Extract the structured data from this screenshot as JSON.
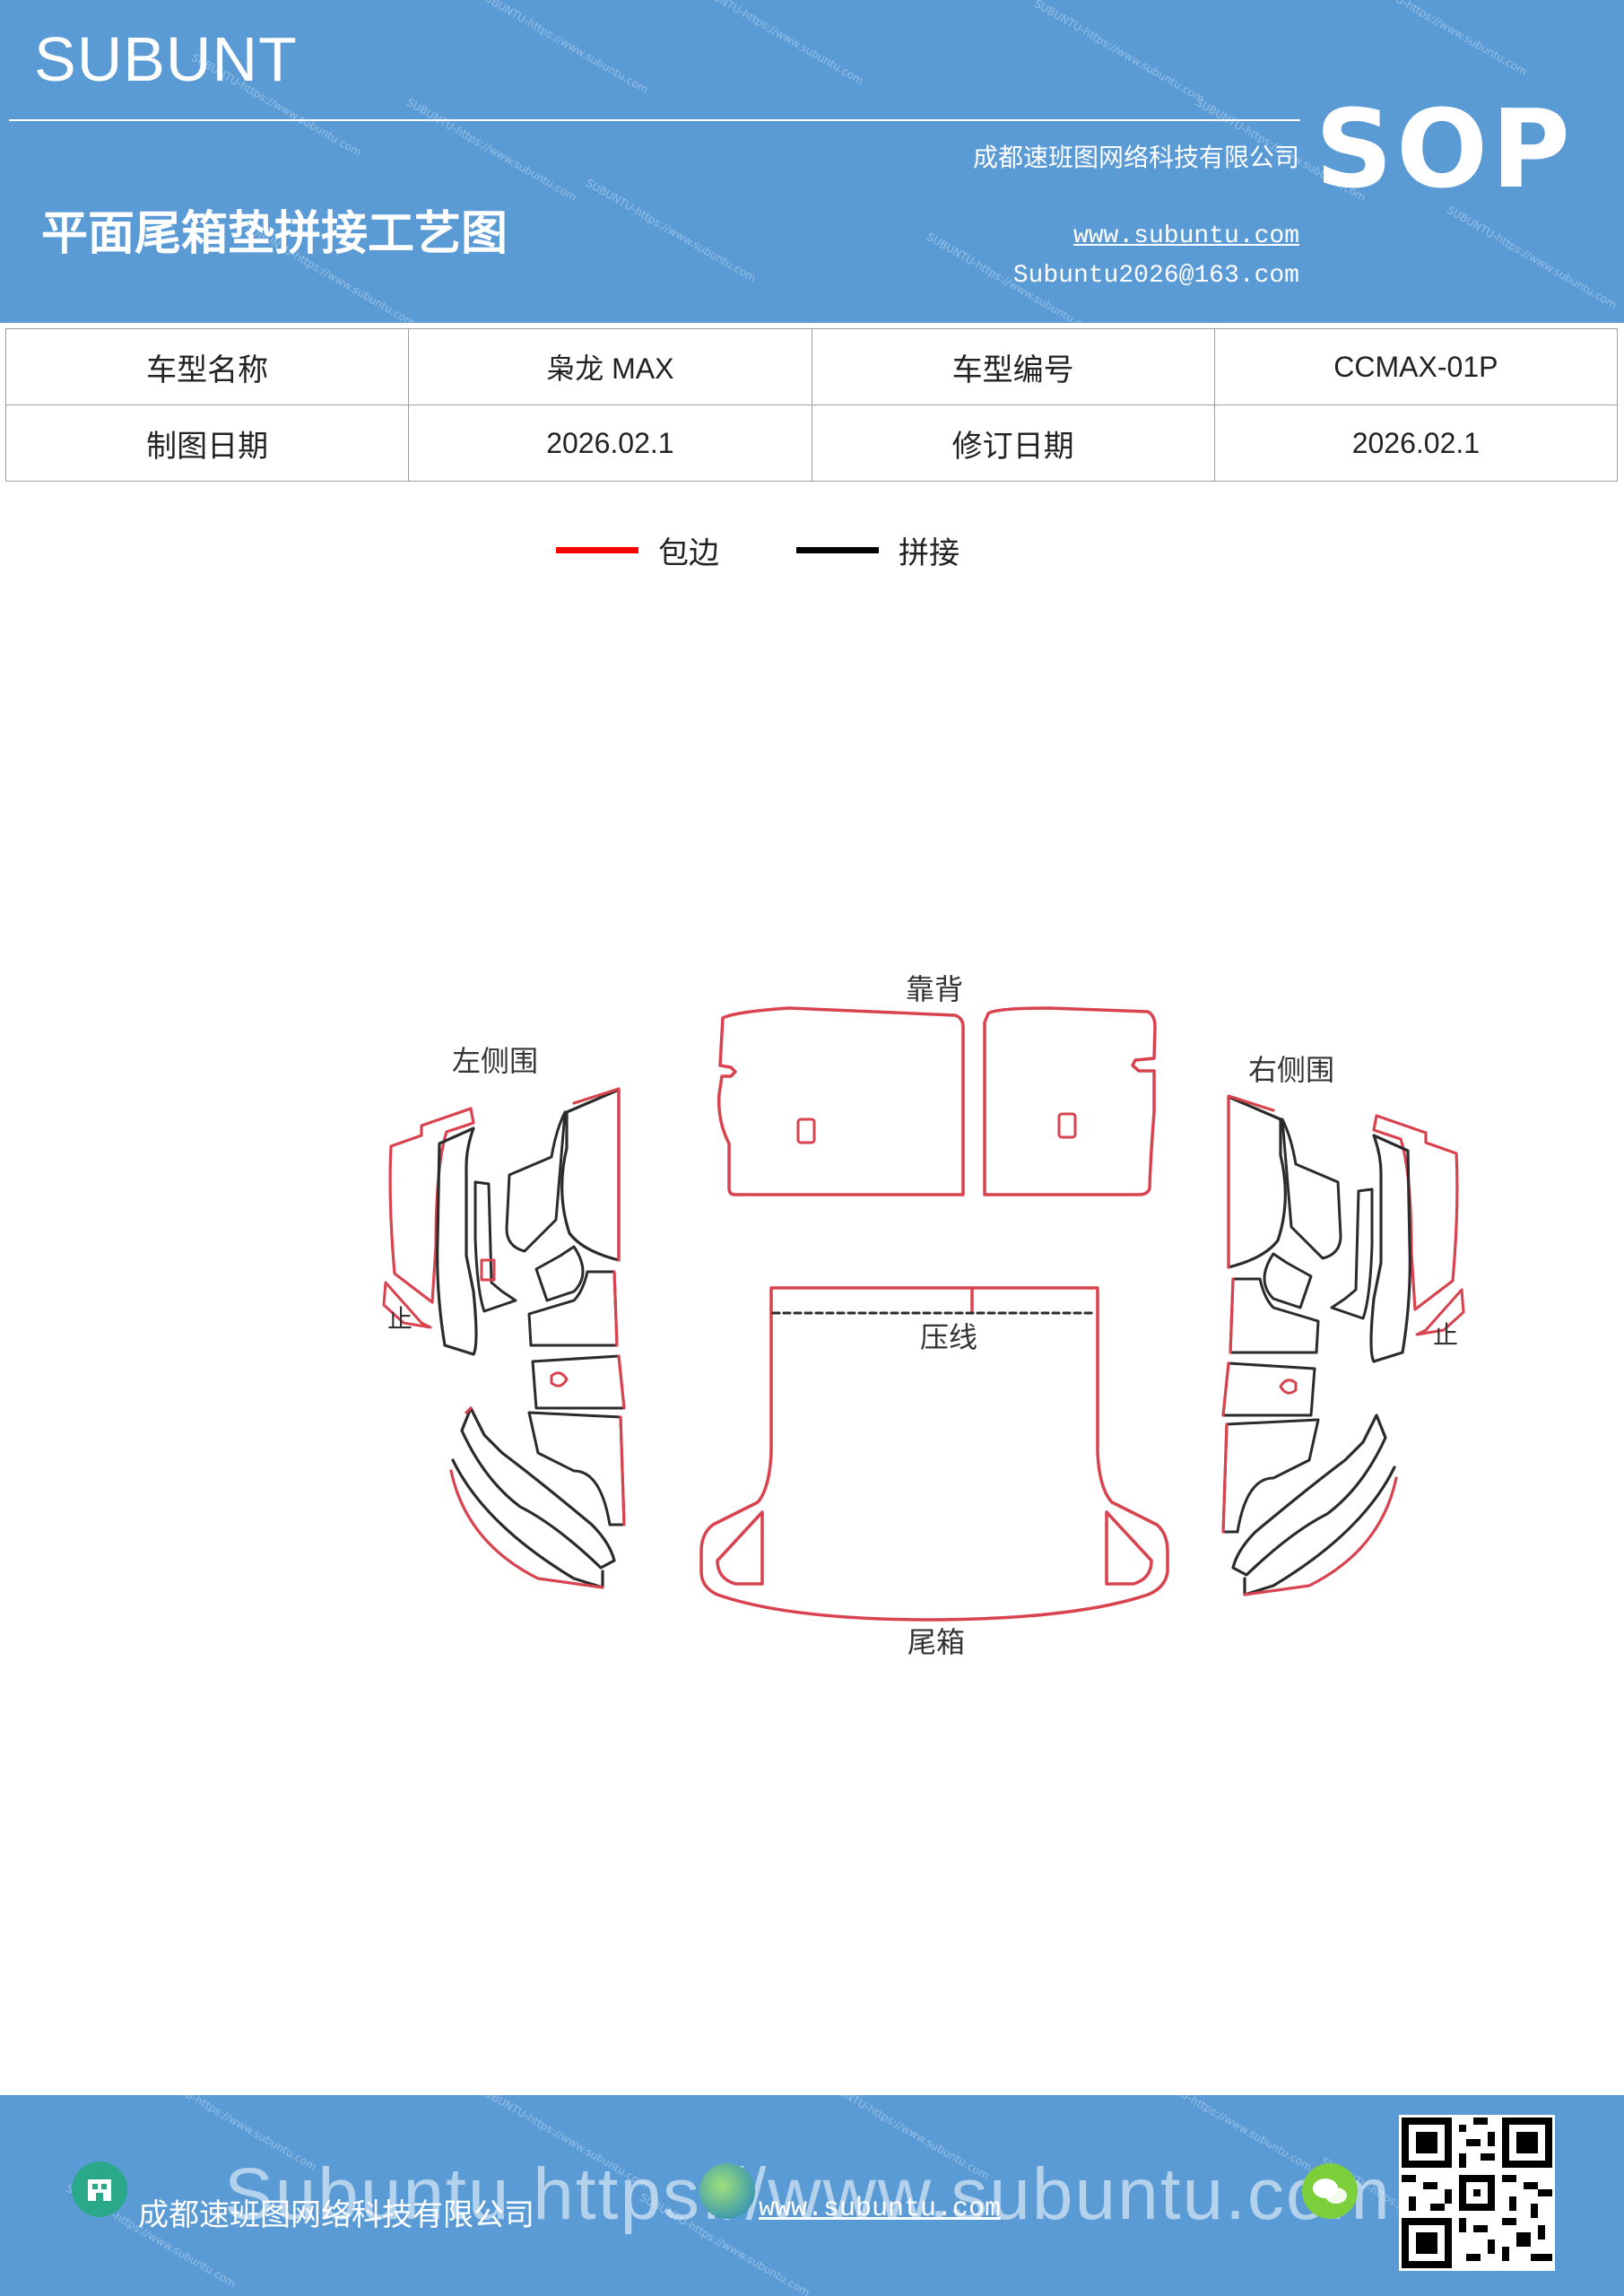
{
  "header": {
    "brand": "SUBUNT",
    "title": "平面尾箱垫拼接工艺图",
    "company": "成都速班图网络科技有限公司",
    "website": "www.subuntu.com",
    "email": "Subuntu2026@163.com",
    "sop": "SOP",
    "watermark": "SUBUNTU-https://www.subuntu.com"
  },
  "info_table": {
    "rows": [
      [
        "车型名称",
        "枭龙 MAX",
        "车型编号",
        "CCMAX-01P"
      ],
      [
        "制图日期",
        "2026.02.1",
        "修订日期",
        "2026.02.1"
      ]
    ]
  },
  "legend": {
    "items": [
      {
        "label": "包边",
        "color": "#ff0000"
      },
      {
        "label": "拼接",
        "color": "#000000"
      }
    ]
  },
  "diagram": {
    "labels": {
      "backrest": "靠背",
      "left_side": "左侧围",
      "right_side": "右侧围",
      "press_line": "压线",
      "trunk": "尾箱",
      "stop_left": "止",
      "stop_right": "止"
    },
    "colors": {
      "edge": "#d9434f",
      "seam": "#2b2b2b"
    }
  },
  "footer": {
    "company": "成都速班图网络科技有限公司",
    "website": "www.subuntu.com",
    "big_watermark": "Subuntu https://www.subuntu.com"
  }
}
